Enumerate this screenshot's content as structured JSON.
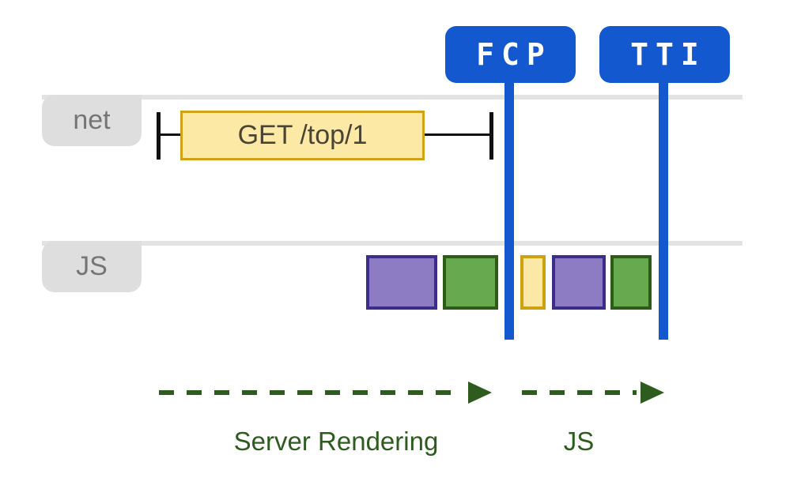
{
  "palette": {
    "marker_blue": "#1458cf",
    "track_gray": "#e3e3e3",
    "label_gray_bg": "#dedede",
    "label_gray_text": "#757575",
    "request_yellow_fill": "#fce9a6",
    "request_yellow_border": "#d0a217",
    "task_purple_fill": "#8d7cc3",
    "task_purple_border": "#3b2d89",
    "task_green_fill": "#66a94f",
    "task_green_border": "#2b5d15",
    "task_yellow_fill": "#fbe7a6",
    "task_yellow_border": "#cda20e",
    "phase_green": "#2e5b1e",
    "tick_black": "#111111"
  },
  "markers": {
    "fcp": "FCP",
    "tti": "TTI"
  },
  "tracks": {
    "net": {
      "label": "net",
      "request_label": "GET /top/1"
    },
    "js": {
      "label": "JS",
      "blocks": [
        {
          "color": "purple"
        },
        {
          "color": "green"
        },
        {
          "color": "yellow"
        },
        {
          "color": "purple"
        },
        {
          "color": "green"
        }
      ]
    }
  },
  "phases": {
    "server_rendering": "Server Rendering",
    "js": "JS"
  }
}
